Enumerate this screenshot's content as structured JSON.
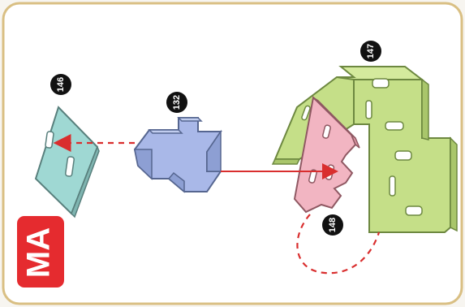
{
  "diagram": {
    "colors": {
      "page_background": "#f7f5f0",
      "frame_border": "#d9bf83",
      "panel_background": "#ffffff",
      "brand_badge_background": "#e52b2f",
      "brand_badge_text": "#ffffff",
      "part_cyan": "#9fd8d3",
      "part_blue": "#a9b8e8",
      "part_pink": "#f2b5c2",
      "part_green": "#c5df88",
      "arrow_red": "#d92e2e",
      "callout_background": "#111111",
      "callout_text": "#ffffff"
    },
    "brand_badge": {
      "text": "MA"
    },
    "parts": [
      {
        "id": "146",
        "label": "146",
        "icon": "square-plate-with-slots"
      },
      {
        "id": "132",
        "label": "132",
        "icon": "connector-block"
      },
      {
        "id": "147",
        "label": "147",
        "icon": "bent-frame-with-slots"
      },
      {
        "id": "148",
        "label": "148",
        "icon": "small-plate-with-tabs"
      }
    ]
  }
}
